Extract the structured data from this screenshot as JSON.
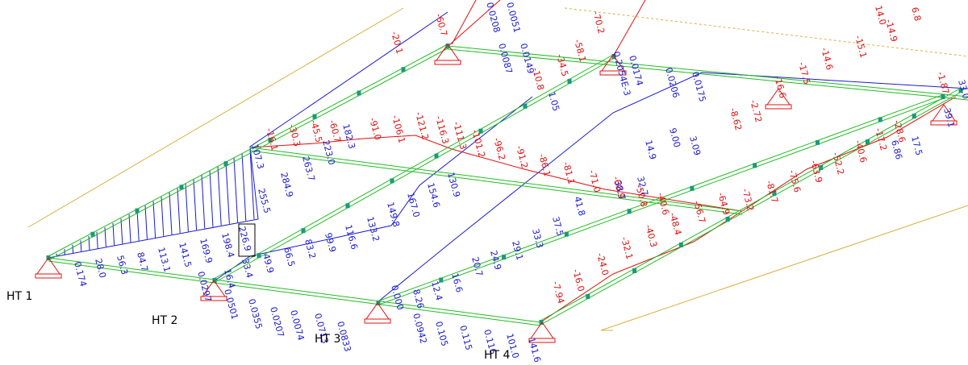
{
  "supports": [
    {
      "label": "HT 1"
    },
    {
      "label": "HT 2"
    },
    {
      "label": "HT 3"
    },
    {
      "label": "HT 4"
    }
  ],
  "colors": {
    "beam": "#22bb22",
    "node": "#1a9a7a",
    "moment_negative": "#e01010",
    "moment_positive": "#1a1ad0",
    "slab_outline": "#d8b040",
    "support": "#e01010"
  },
  "labels_red": [
    "-60.7",
    "-20.1",
    "-70.2",
    "-58.1",
    "-34.5",
    "-10.8",
    "-14.9",
    "-15.1",
    "-14.6",
    "-17.5",
    "-16.6",
    "-2.72",
    "-8.62",
    "-1.87",
    "-28.6",
    "-17.2",
    "-40.6",
    "-52.2",
    "-63.9",
    "-75.6",
    "-81.7",
    "-73.2",
    "-64.9",
    "-56.7",
    "-48.4",
    "-40.3",
    "-32.1",
    "-24.0",
    "-16.0",
    "-7.94",
    "-16.1",
    "-30.3",
    "-45.5",
    "-60.7",
    "-91.0",
    "-106.1",
    "-121.2",
    "-116.3",
    "-111.3",
    "-101.2",
    "-96.2",
    "-91.2",
    "-86.1",
    "-81.1",
    "-71.0",
    "-60.9",
    "-50.8",
    "-40.6",
    "14.0",
    "6.8"
  ],
  "labels_blue": [
    "0.0208",
    "0.0051",
    "0.0087",
    "0.0149",
    "0.0174",
    "0.2054E-3",
    "0.0206",
    "0.0175",
    "33.0",
    "39.1",
    "17.5",
    "6.86",
    "1.05",
    "3.09",
    "9.00",
    "14.9",
    "32.7",
    "38.7",
    "41.8",
    "37.5",
    "33.3",
    "29.1",
    "24.9",
    "20.7",
    "16.6",
    "12.4",
    "8.26",
    "0.000",
    "0.0297",
    "0.0501",
    "0.0355",
    "0.0207",
    "0.0074",
    "0.0713",
    "0.0833",
    "0.0942",
    "0.105",
    "0.115",
    "0.116",
    "101.0",
    "141.6",
    "182.3",
    "223.0",
    "263.7",
    "284.9",
    "255.5",
    "226.9",
    "198.4",
    "169.9",
    "141.5",
    "113.1",
    "84.7",
    "56.3",
    "28.0",
    "0.174",
    "107.3",
    "130.9",
    "154.6",
    "167.0",
    "149.8",
    "133.2",
    "116.6",
    "99.9",
    "83.2",
    "66.5",
    "49.9",
    "33.4",
    "16.4"
  ]
}
